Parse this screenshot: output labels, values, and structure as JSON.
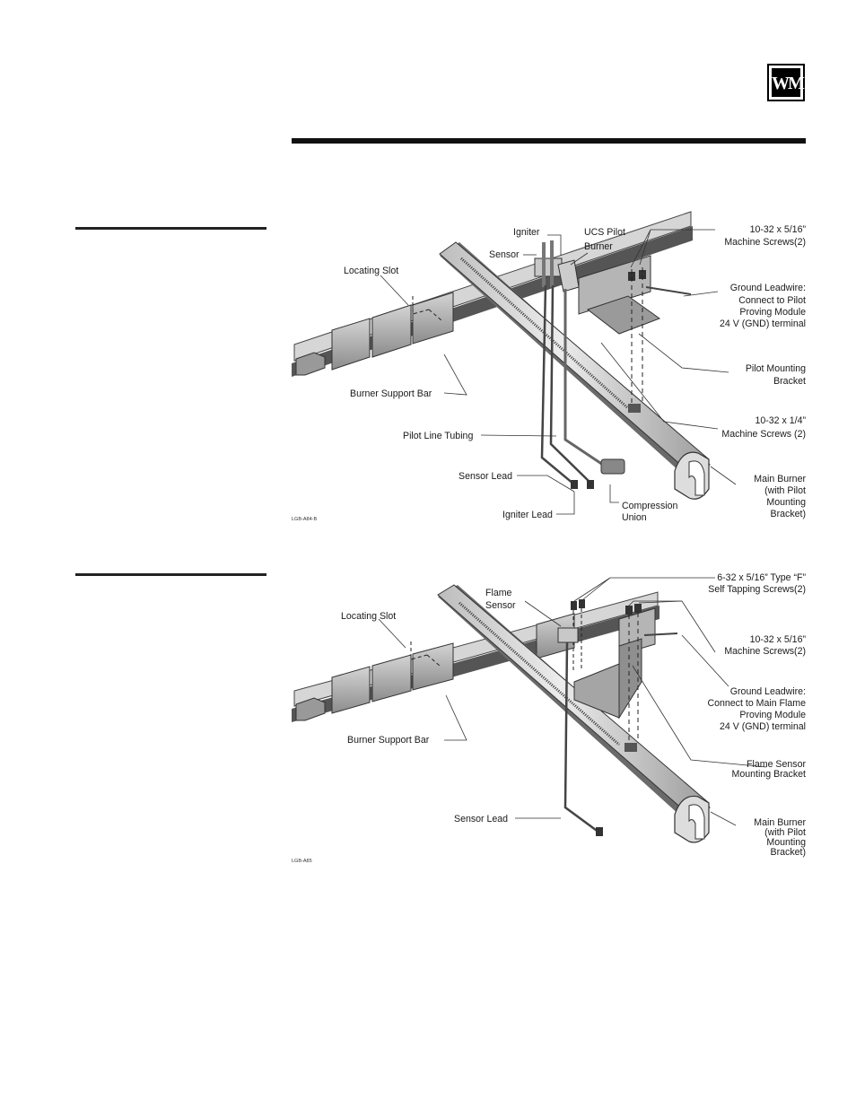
{
  "logo": {
    "text": "WM"
  },
  "figure1": {
    "code": "LGB-A84-B",
    "labels": {
      "igniter": "Igniter",
      "ucs_pilot_1": "UCS Pilot",
      "ucs_pilot_2": "Burner",
      "sensor": "Sensor",
      "screws_top_1": "10-32 x 5/16”",
      "screws_top_2": "Machine Screws(2)",
      "locating_slot": "Locating Slot",
      "ground_1": "Ground Leadwire:",
      "ground_2": "Connect to Pilot",
      "ground_3": "Proving Module",
      "ground_4": "24 V (GND) terminal",
      "pilot_bracket_1": "Pilot Mounting",
      "pilot_bracket_2": "Bracket",
      "support_bar": "Burner Support Bar",
      "screws_bottom_1": "10-32 x 1/4”",
      "screws_bottom_2": "Machine Screws (2)",
      "pilot_tubing": "Pilot Line Tubing",
      "sensor_lead": "Sensor Lead",
      "main_burner_1": "Main Burner",
      "main_burner_2": "(with Pilot",
      "main_burner_3": "Mounting",
      "main_burner_4": "Bracket)",
      "compression_1": "Compression",
      "compression_2": "Union",
      "igniter_lead": "Igniter Lead"
    }
  },
  "figure2": {
    "code": "LGB-A85",
    "labels": {
      "tapping_1": "6-32 x 5/16” Type “F”",
      "tapping_2": "Self Tapping Screws(2)",
      "flame_sensor_1": "Flame",
      "flame_sensor_2": "Sensor",
      "locating_slot": "Locating Slot",
      "screws_1": "10-32 x 5/16”",
      "screws_2": "Machine Screws(2)",
      "ground_1": "Ground Leadwire:",
      "ground_2": "Connect to Main Flame",
      "ground_3": "Proving Module",
      "ground_4": "24 V (GND) terminal",
      "support_bar": "Burner Support Bar",
      "bracket_1": "Flame Sensor",
      "bracket_2": "Mounting Bracket",
      "sensor_lead": "Sensor Lead",
      "main_burner_1": "Main Burner",
      "main_burner_2": "(with Pilot",
      "main_burner_3": "Mounting",
      "main_burner_4": "Bracket)"
    }
  }
}
